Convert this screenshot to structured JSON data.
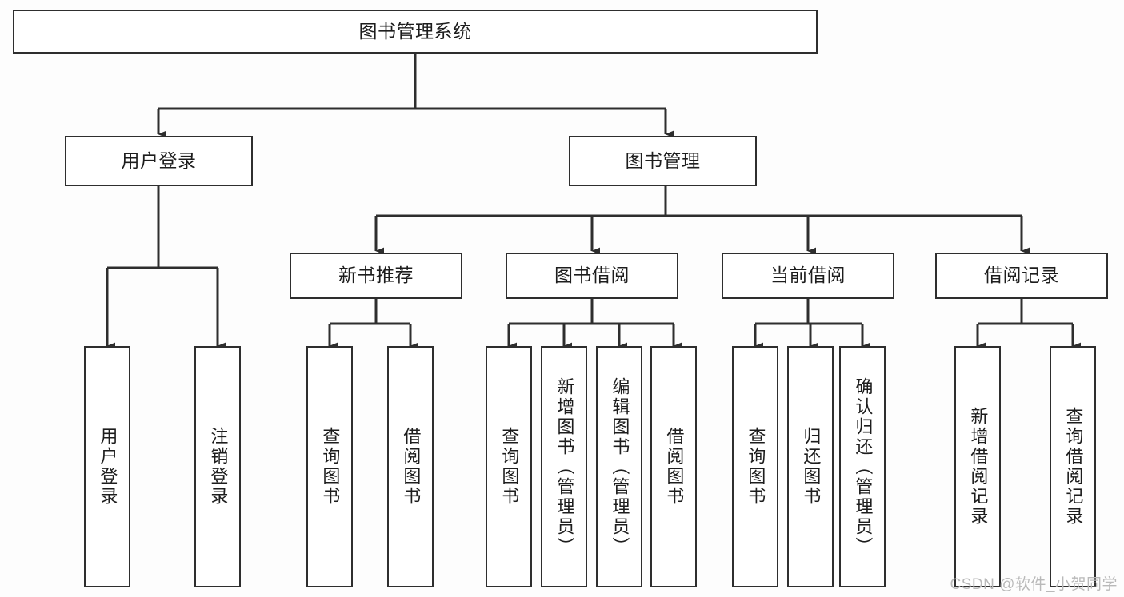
{
  "diagram": {
    "title": "图书管理系统",
    "watermark": "CSDN @软件_小贺同学",
    "colors": {
      "box_border": "#2e2e2e",
      "box_fill": "#ffffff",
      "edge": "#2e2e2e",
      "canvas": "#fdfdfd",
      "text": "#1d1d1d",
      "watermark": "#b9b9b9"
    },
    "nodes": {
      "root": {
        "label": "图书管理系统"
      },
      "level2": [
        {
          "id": "user-login",
          "label": "用户登录"
        },
        {
          "id": "book-management",
          "label": "图书管理"
        }
      ],
      "level3": [
        {
          "id": "new-book-recommend",
          "label": "新书推荐"
        },
        {
          "id": "book-borrow",
          "label": "图书借阅"
        },
        {
          "id": "current-borrow",
          "label": "当前借阅"
        },
        {
          "id": "borrow-record",
          "label": "借阅记录"
        }
      ],
      "leaves": {
        "user_login": [
          {
            "id": "leaf-user-login",
            "label": "用户登录"
          },
          {
            "id": "leaf-logout-login",
            "label": "注销登录"
          }
        ],
        "new_book_recommend": [
          {
            "id": "leaf-query-book-1",
            "label": "查询图书"
          },
          {
            "id": "leaf-borrow-book-1",
            "label": "借阅图书"
          }
        ],
        "book_borrow": [
          {
            "id": "leaf-query-book-2",
            "label": "查询图书"
          },
          {
            "id": "leaf-add-book",
            "label": "新增图书（管理员）"
          },
          {
            "id": "leaf-edit-book",
            "label": "编辑图书（管理员）"
          },
          {
            "id": "leaf-borrow-book-2",
            "label": "借阅图书"
          }
        ],
        "current_borrow": [
          {
            "id": "leaf-query-book-3",
            "label": "查询图书"
          },
          {
            "id": "leaf-return-book",
            "label": "归还图书"
          },
          {
            "id": "leaf-confirm-return",
            "label": "确认归还（管理员）"
          }
        ],
        "borrow_record": [
          {
            "id": "leaf-add-record",
            "label": "新增借阅记录"
          },
          {
            "id": "leaf-query-record",
            "label": "查询借阅记录"
          }
        ]
      }
    }
  }
}
